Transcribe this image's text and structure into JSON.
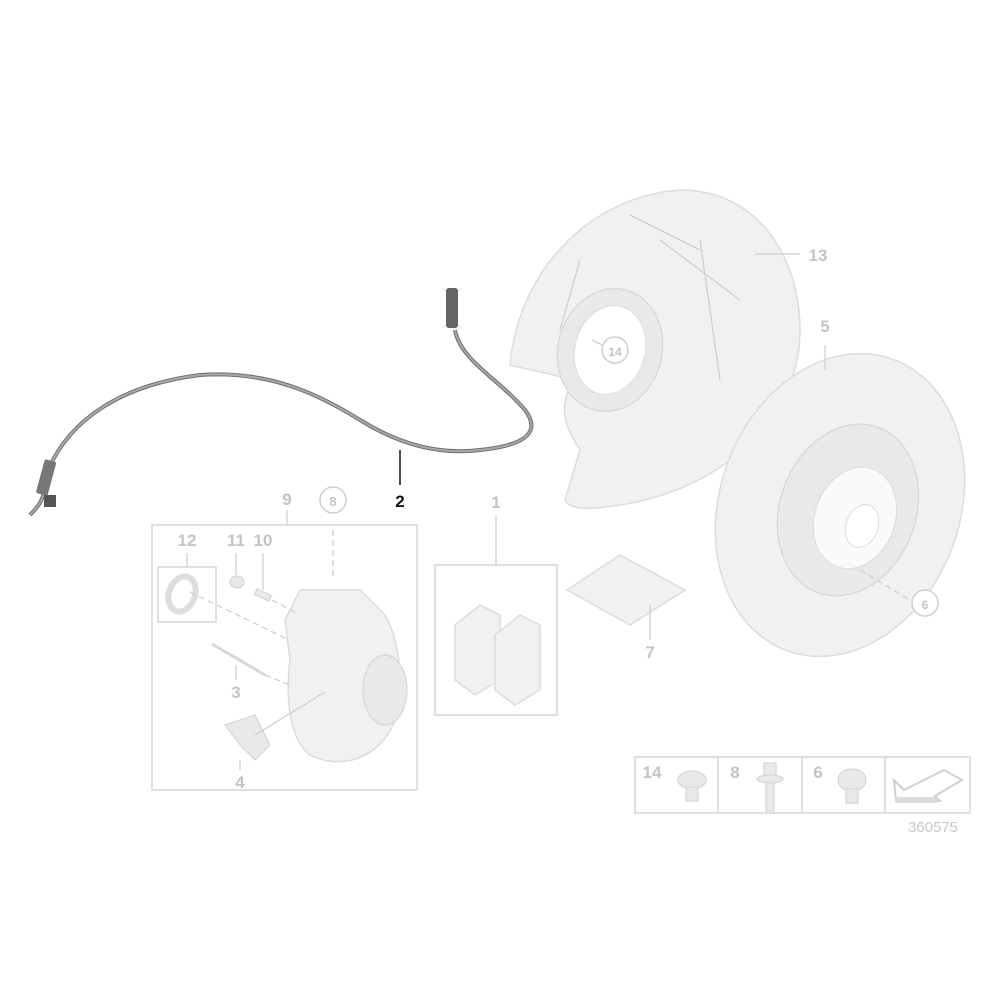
{
  "diagram": {
    "highlighted_part": "2",
    "colors": {
      "highlight": "#111111",
      "inactive_label": "#c4c4c4",
      "part_fill": "#f1f1f1"
    },
    "labels": {
      "p1": "1",
      "p2": "2",
      "p3": "3",
      "p4": "4",
      "p5": "5",
      "p6": "6",
      "p7": "7",
      "p8": "8",
      "p9": "9",
      "p10": "10",
      "p11": "11",
      "p12": "12",
      "p13": "13",
      "p14": "14"
    },
    "hardware_legend": [
      {
        "label": "14",
        "icon": "flange-bolt-icon"
      },
      {
        "label": "8",
        "icon": "bolt-icon"
      },
      {
        "label": "6",
        "icon": "countersunk-screw-icon"
      },
      {
        "label": "",
        "icon": "arrow-icon"
      }
    ],
    "diagram_number": "360575"
  }
}
